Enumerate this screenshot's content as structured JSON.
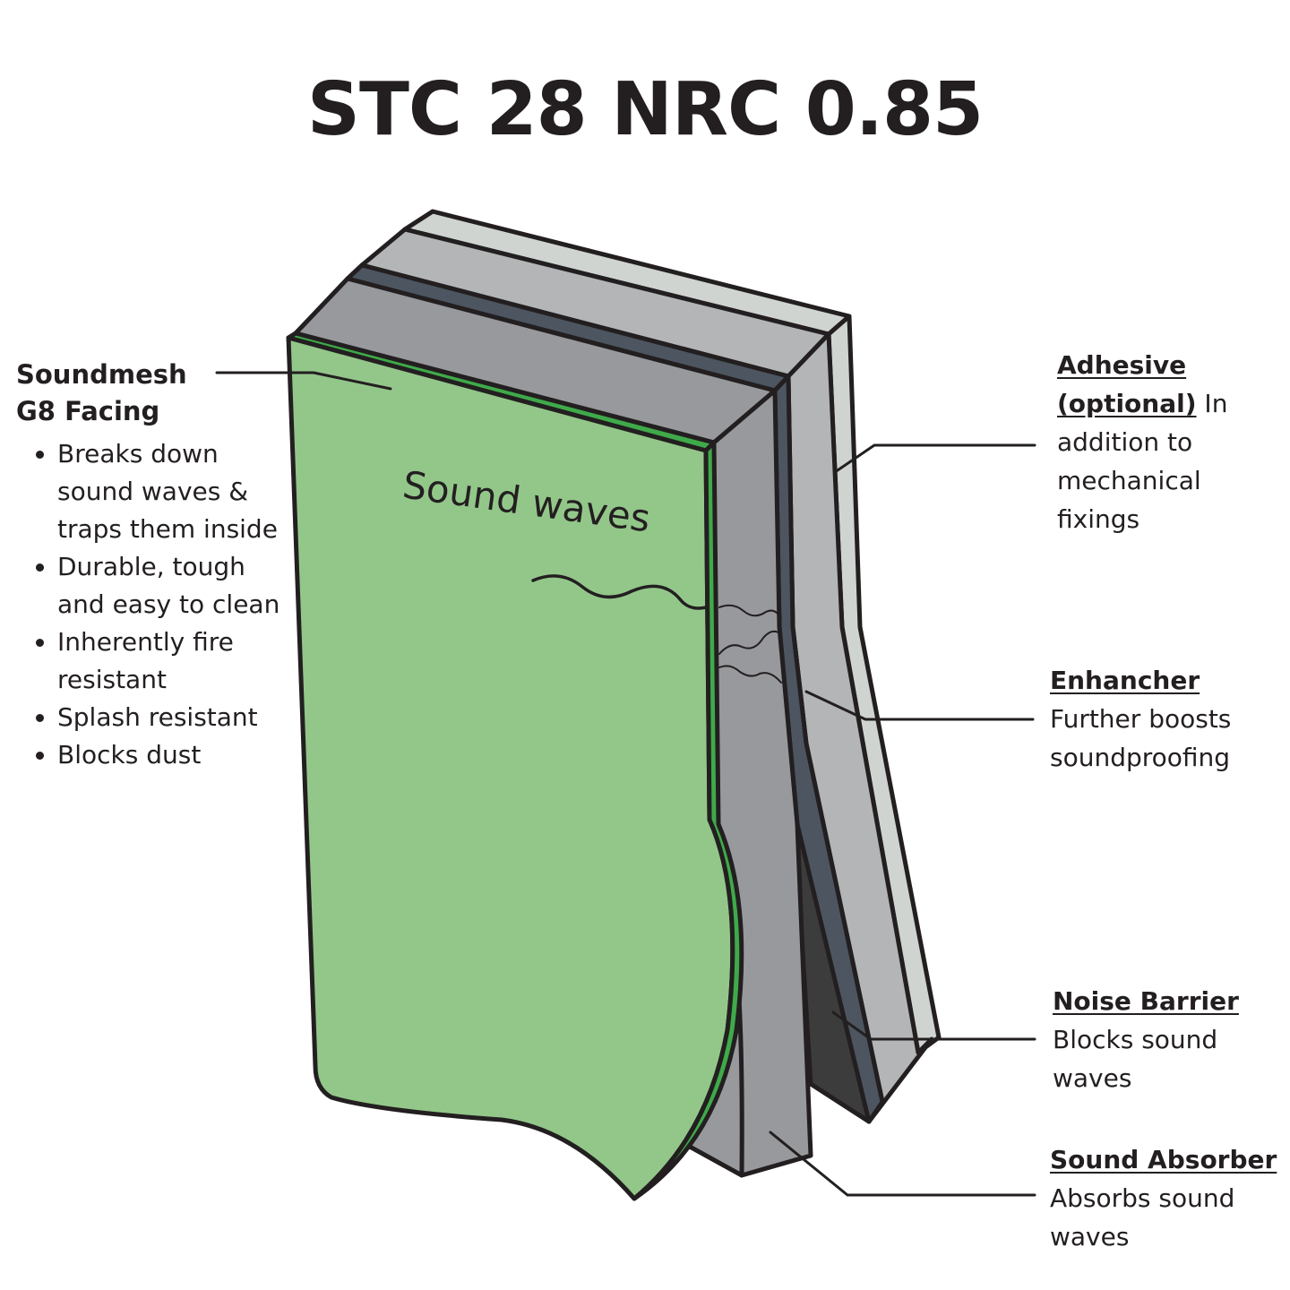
{
  "title": "STC 28 NRC 0.85",
  "sound_waves_label": "Sound waves",
  "colors": {
    "text": "#231f20",
    "facing_green": "#93c78a",
    "facing_edge": "#3faa4a",
    "absorber_grey": "#98999d",
    "enhancer_dark": "#4d5660",
    "barrier_grey": "#b3b5b7",
    "adhesive_light": "#cfd4d0",
    "shadow": "#3c3c3c"
  },
  "facing": {
    "heading_line1": "Soundmesh",
    "heading_line2": "G8 Facing",
    "bullets": [
      "Breaks down sound waves & traps them inside",
      "Durable, tough and easy to clean",
      "Inherently fire resistant",
      "Splash resistant",
      "Blocks dust"
    ]
  },
  "adhesive": {
    "heading": "Adhesive (optional)",
    "text": " In addition to mechanical fixings"
  },
  "enhancher": {
    "heading": "Enhancher",
    "text": "Further boosts soundproofing"
  },
  "noise_barrier": {
    "heading": "Noise Barrier",
    "text": "Blocks sound waves"
  },
  "sound_absorber": {
    "heading": "Sound Absorber",
    "text": "Absorbs sound waves"
  }
}
